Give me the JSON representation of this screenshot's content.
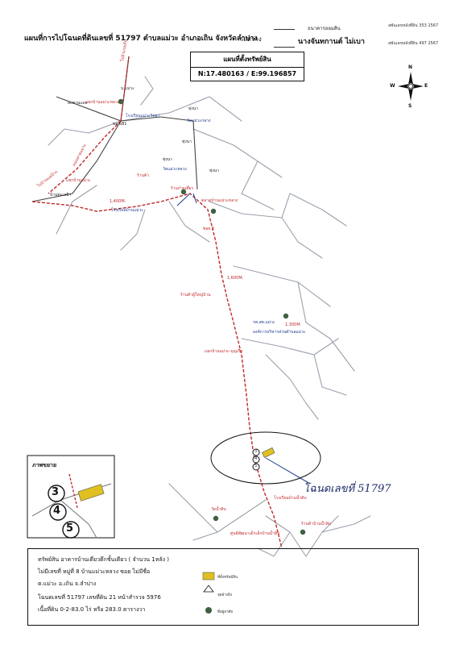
{
  "header": {
    "title": "แผนที่การไปโฉนดที่ดินเลขที่ 51797  ตำบลแม่วะ  อำเภอเถิน  จังหวัดลำปาง",
    "between": "ระหว่าง",
    "bank": "ธนาคารออมสิน",
    "owner": "นางจันทกานต์  ไม่เบา",
    "ref_top": "สพันเลขหลังที่ดิน 353 2567",
    "ref_bottom": "สพันเลขหลังที่ดิน 497 2567"
  },
  "map_title": "แผนที่ตั้งทรัพย์สิน",
  "coordinates": "N:17.480163 / E:99.196857",
  "compass": {
    "n": "N",
    "s": "S",
    "e": "E",
    "w": "W"
  },
  "labels": {
    "road_top": "ไปอำเภอเถิน",
    "ban_maewa": "บ.แม่วะ",
    "intersection_top": "แยกบ้านแม่วะหลวง",
    "school_top": "โรงเรียนแม่วะวิทยา",
    "school_code": "ทล.681",
    "hospital_area": "สะพานแดง",
    "road_left": "ถนนสายแม่วะ",
    "road_left2": "ไปบ้านแม่ป้าก",
    "temple_top": "วัดแม่วะกลาง",
    "cross_left": "แยกบ้านแม่วะ",
    "ban_maepa": "บ้านทะเลป้า",
    "school_mid": "โรงเรียนบ้านแม่วะ",
    "tun_na1": "ทุ่งนา",
    "tun_na2": "ทุ่งนา",
    "tun_na3": "ทุ่งนา",
    "tun_na4": "ทุ่งนา",
    "shop1": "ร้านค้า",
    "temple_mid": "วัดแม่วะหลวง",
    "dist1": "1,400M.",
    "dist2": "1,600M.",
    "dist3": "1,300M.",
    "rest": "ร้านก๋วยเตี๋ยว",
    "market": "ตลาดบ้านแม่วะหลวง",
    "soi": "ซอย 2",
    "shop_mid": "ร้านค้าผู้ใหญ่บ้าน",
    "health": "รพ.สต.แม่วะ",
    "office": "องค์การบริหารส่วนตำบลแม่วะ",
    "junction": "แยกบ้านแม่วะ-บุญเรือ",
    "school_bottom": "โรงเรียนบ้านน้ำดิบ",
    "temple_bottom": "วัดน้ำดิบ",
    "village_bottom": "ร้านค้าบ้านน้ำดิบ",
    "center_bottom": "ศูนย์พัฒนาเด็กเล็กบ้านน้ำดิบ",
    "plot_numbers": [
      "3",
      "4",
      "5"
    ]
  },
  "handwritten_note": "โฉนดเลขที่ 51797",
  "enlargement": {
    "title": "ภาพขยาย",
    "numbers": [
      "3",
      "4",
      "5"
    ]
  },
  "info": {
    "line1": "ทรัพย์สิน  อาคารบ้านเดี่ยวตึกชั้นเดียว  ( จำนวน 1หลัง )",
    "line2": "ไม่มีเลขที่  หมู่ที่ 8  บ้านแม่วะหลวง  ซอย  ไม่มีชื่อ",
    "line3": "ต.แม่วะ    อ.เถิน    จ.ลำปาง",
    "line4": "โฉนดเลขที่  51797  เลขที่ดิน  21  หน้าสำรวจ  5976",
    "line5": "เนื้อที่ดิน   0-2-83.0  ไร่  หรือ  283.0   ตารางวา"
  },
  "legend": {
    "item1": "ที่ตั้งทรัพย์สิน",
    "item2": "จุดอ้างอิง",
    "item3": "ที่อยู่อาศัย"
  },
  "colors": {
    "road_main": "#c0282a",
    "road_minor": "#9aa0ad",
    "label_blue": "#1a3a8c",
    "hatch": "#e0c020"
  }
}
